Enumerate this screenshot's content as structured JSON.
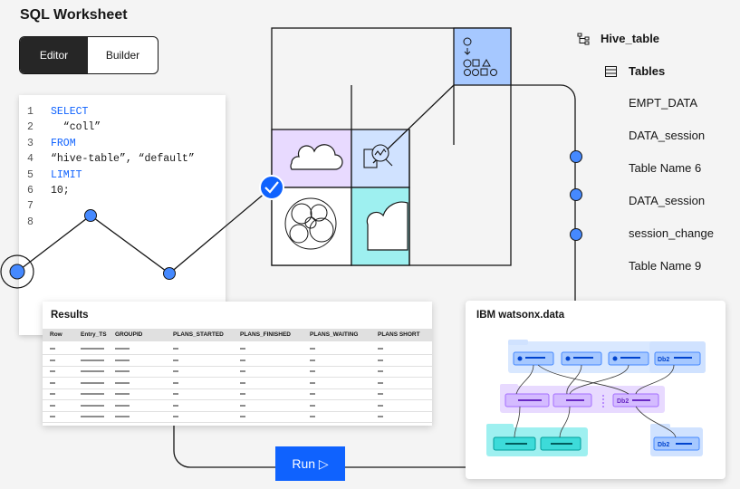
{
  "app_title": "SQL Worksheet",
  "toggle": {
    "editor_label": "Editor",
    "builder_label": "Builder",
    "selected": "Editor"
  },
  "editor": {
    "lines": [
      {
        "num": "1",
        "text": "SELECT",
        "keyword": true
      },
      {
        "num": "2",
        "text": "  “coll”",
        "keyword": false
      },
      {
        "num": "3",
        "text": "FROM",
        "keyword": true
      },
      {
        "num": "4",
        "text": "“hive-table”, “default”",
        "keyword": false
      },
      {
        "num": "5",
        "text": "LIMIT",
        "keyword": true
      },
      {
        "num": "6",
        "text": "10;",
        "keyword": false
      },
      {
        "num": "7",
        "text": "",
        "keyword": false
      },
      {
        "num": "8",
        "text": "",
        "keyword": false
      }
    ]
  },
  "tree": {
    "root_label": "Hive_table",
    "root_icon": "hierarchy-icon",
    "group_label": "Tables",
    "group_icon": "table-icon",
    "items": [
      "EMPT_DATA",
      "DATA_session",
      "Table Name 6",
      "DATA_session",
      "session_change",
      "Table Name 9"
    ]
  },
  "results": {
    "title": "Results",
    "columns": [
      "Row",
      "Entry_TS",
      "GROUPID",
      "PLANS_STARTED",
      "PLANS_FINISHED",
      "PLANS_WAITING",
      "PLANS SHORT"
    ],
    "row_count": 7
  },
  "watsonx": {
    "title": "IBM watsonx.data",
    "nodes": [
      "Db2",
      "Db2",
      "Db2"
    ]
  },
  "run": {
    "label": "Run ▷"
  },
  "colors": {
    "accent": "#0f62fe",
    "purple_tile": "#e8daff",
    "lavender_tile": "#a6c8ff",
    "teal_tile": "#9ef0f0",
    "light_blue_tile": "#d0e2ff"
  }
}
